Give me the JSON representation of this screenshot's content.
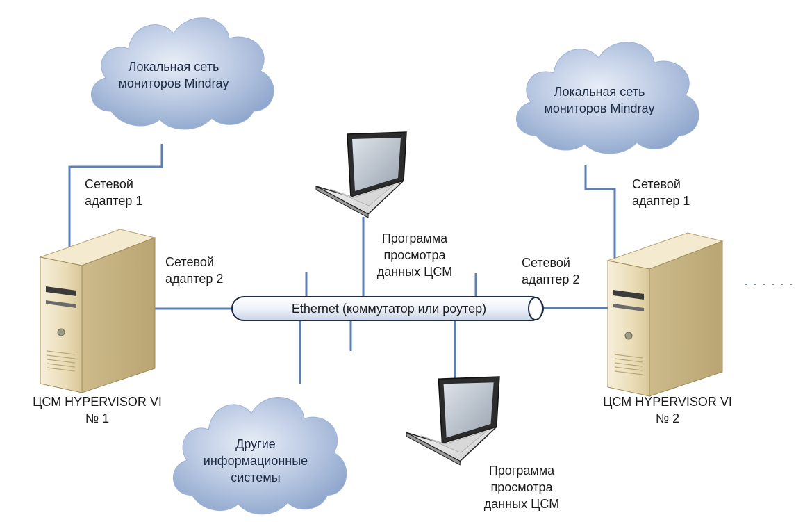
{
  "clouds": {
    "monitors_1": "Локальная сеть\nмониторов Mindray",
    "monitors_2": "Локальная сеть\nмониторов Mindray",
    "other": "Другие\nинформационные\nсистемы"
  },
  "adapters": {
    "server1_adapter1": "Сетевой\nадаптер 1",
    "server1_adapter2": "Сетевой\nадаптер 2",
    "server2_adapter1": "Сетевой\nадаптер 1",
    "server2_adapter2": "Сетевой\nадаптер 2"
  },
  "bus_label": "Ethernet (коммутатор или роутер)",
  "viewers": {
    "top": "Программа\nпросмотра\nданных ЦСМ",
    "bottom": "Программа\nпросмотра\nданных ЦСМ"
  },
  "servers": {
    "server1": "ЦСМ HYPERVISOR VI\n№ 1",
    "server2": "ЦСМ HYPERVISOR VI\n№ 2"
  },
  "continuation": "· · · · · ·",
  "colors": {
    "link": "#5b7fb6",
    "cloud_fill": "#b9c8e2",
    "cloud_shadow": "#8ea6cc",
    "server_body": "#e9dcb8",
    "bus_fill": "#eef2fa"
  }
}
